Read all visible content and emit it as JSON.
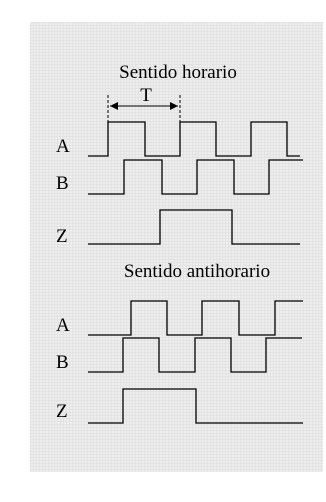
{
  "diagram": {
    "clockwise": {
      "title": "Sentido horario",
      "period_label": "T",
      "signals": [
        {
          "name": "A",
          "pattern": [
            0,
            1,
            0,
            1,
            0,
            1,
            0
          ]
        },
        {
          "name": "B",
          "pattern": [
            0,
            1,
            0,
            1,
            0,
            1,
            0
          ]
        },
        {
          "name": "Z",
          "pattern": [
            0,
            1,
            0
          ]
        }
      ]
    },
    "counterclockwise": {
      "title": "Sentido antihorario",
      "signals": [
        {
          "name": "A",
          "pattern": [
            0,
            1,
            0,
            1,
            0,
            1,
            0
          ]
        },
        {
          "name": "B",
          "pattern": [
            0,
            1,
            0,
            1,
            0,
            1,
            0
          ]
        },
        {
          "name": "Z",
          "pattern": [
            0,
            1,
            0
          ]
        }
      ]
    },
    "colors": {
      "background": "#eeeeee",
      "line": "#000000"
    }
  }
}
